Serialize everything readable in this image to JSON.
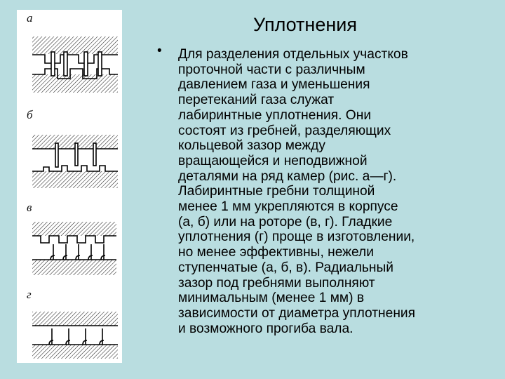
{
  "slide": {
    "title": "Уплотнения",
    "bullet_symbol": "•",
    "body_lines": [
      "Для разделения отдельных участков",
      "проточной части с различным",
      "давлением газа и уменьшения",
      "перетеканий газа служат",
      "лабиринтные уплотнения. Они",
      "состоят из гребней, разделяющих",
      "кольцевой зазор между",
      "вращающейся и неподвижной",
      "деталями на ряд камер (рис. а—г).",
      "Лабиринтные гребни толщиной",
      "менее 1 мм укрепляются в корпусе",
      "(а, б) или на роторе (в, г). Гладкие",
      "уплотнения (г) проще в изготовлении,",
      "но менее эффективны, нежели",
      "ступенчатые (а, б, в). Радиальный",
      "зазор под гребнями выполняют",
      "минимальным (менее 1 мм) в",
      "зависимости от диаметра уплотнения",
      "и возможного прогиба вала."
    ]
  },
  "figure": {
    "labels": [
      "а",
      "б",
      "в",
      "г"
    ]
  },
  "colors": {
    "background": "#b9dde0",
    "figure_background": "#ffffff",
    "ink": "#000000"
  }
}
